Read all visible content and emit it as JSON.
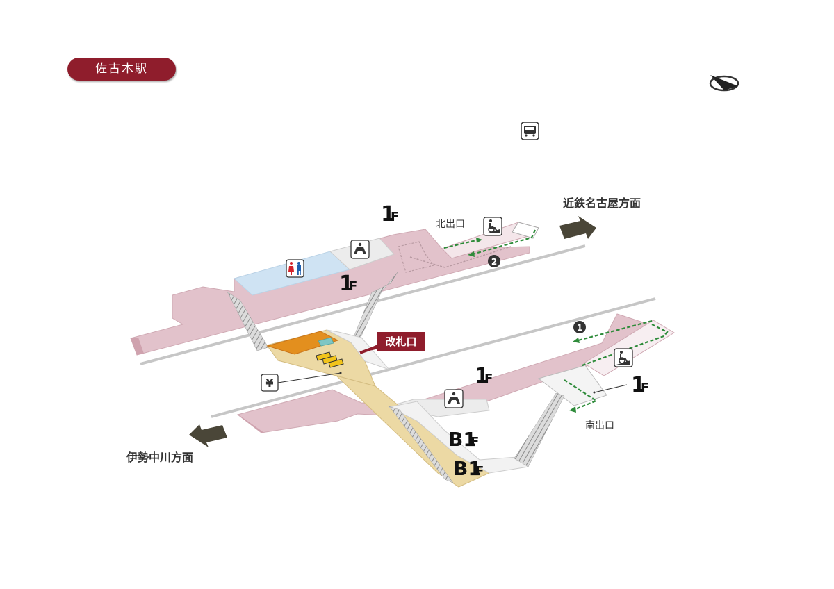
{
  "station_name": "佐古木駅",
  "direction_north": "近鉄名古屋方面",
  "direction_south": "伊勢中川方面",
  "exits": {
    "north": "北出口",
    "south": "南出口",
    "north_number": "2",
    "south_number": "1"
  },
  "ticket_gate": "改札口",
  "floors": {
    "upper_platform_top": {
      "num": "1",
      "unit": "F"
    },
    "upper_platform_mid": {
      "num": "1",
      "unit": "F"
    },
    "lower_platform": {
      "num": "1",
      "unit": "F"
    },
    "south_exit_floor": {
      "num": "1",
      "unit": "F"
    },
    "basement_a": {
      "num": "B1",
      "unit": "F"
    },
    "basement_b": {
      "num": "B1",
      "unit": "F"
    }
  },
  "yen_symbol": "¥",
  "icons": {
    "compass": "compass-icon",
    "bus": "bus-icon",
    "restroom": "restroom-icon",
    "wheelchair_slope": "wheelchair-slope-icon",
    "wheelchair_stair": "stair-lift-icon",
    "yen": "fare-adjustment-icon",
    "ticket_gates": "ticket-gate-icon"
  },
  "colors": {
    "title_bg": "#8f1d2c",
    "platform": "#e2c2cb",
    "concourse": "#f0f0f0",
    "basement": "#ecd9a4",
    "restroom_area": "#cfe3f3",
    "ticket_office": "#e38f1e",
    "route": "#2e8b3a",
    "direction_arrow": "#4a4638"
  }
}
